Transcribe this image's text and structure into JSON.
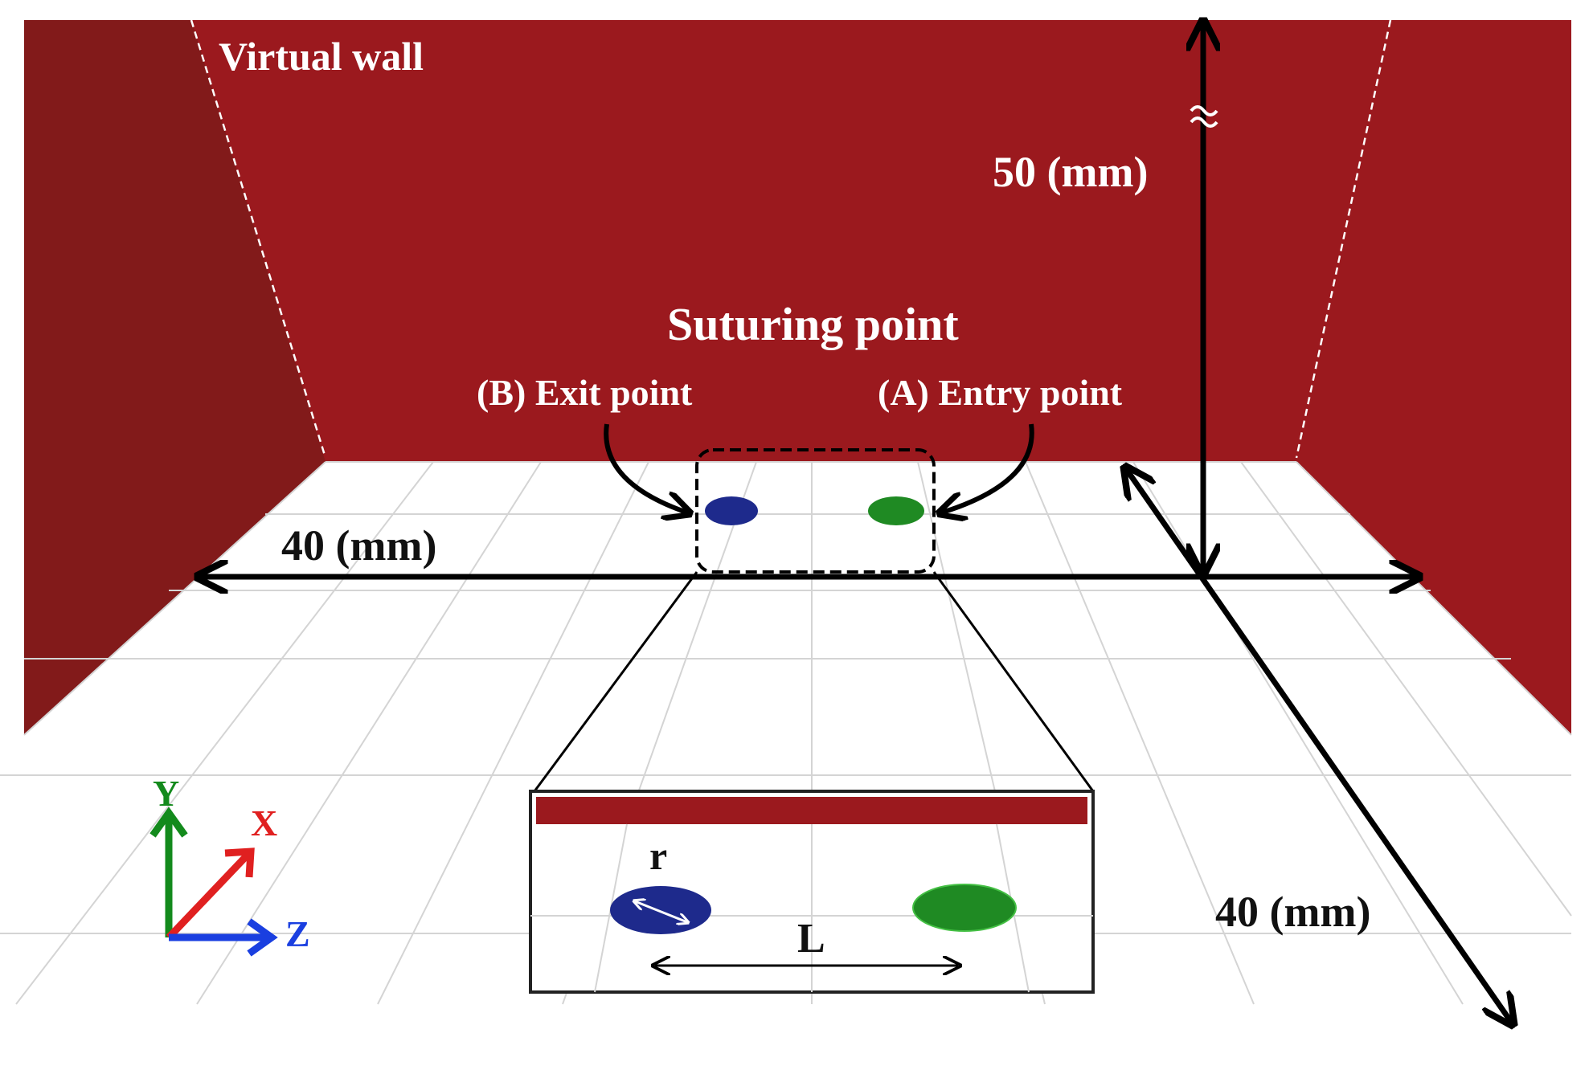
{
  "labels": {
    "virtual_wall": "Virtual wall",
    "suturing_point": "Suturing point",
    "exit_point": "(B) Exit point",
    "entry_point": "(A) Entry point",
    "width_dim": "40 (mm)",
    "height_dim": "50 (mm)",
    "depth_dim": "40 (mm)",
    "radius": "r",
    "distance": "L",
    "axis_y": "Y",
    "axis_x": "X",
    "axis_z": "Z"
  },
  "colors": {
    "wall_back": "#9b191e",
    "wall_side": "#821a1a",
    "floor": "#ffffff",
    "grid": "#d4d4d4",
    "exit_marker": "#1e2a8c",
    "entry_marker": "#1f8a23",
    "axis_y": "#138a1c",
    "axis_x": "#e02020",
    "axis_z": "#1a3fe0"
  }
}
